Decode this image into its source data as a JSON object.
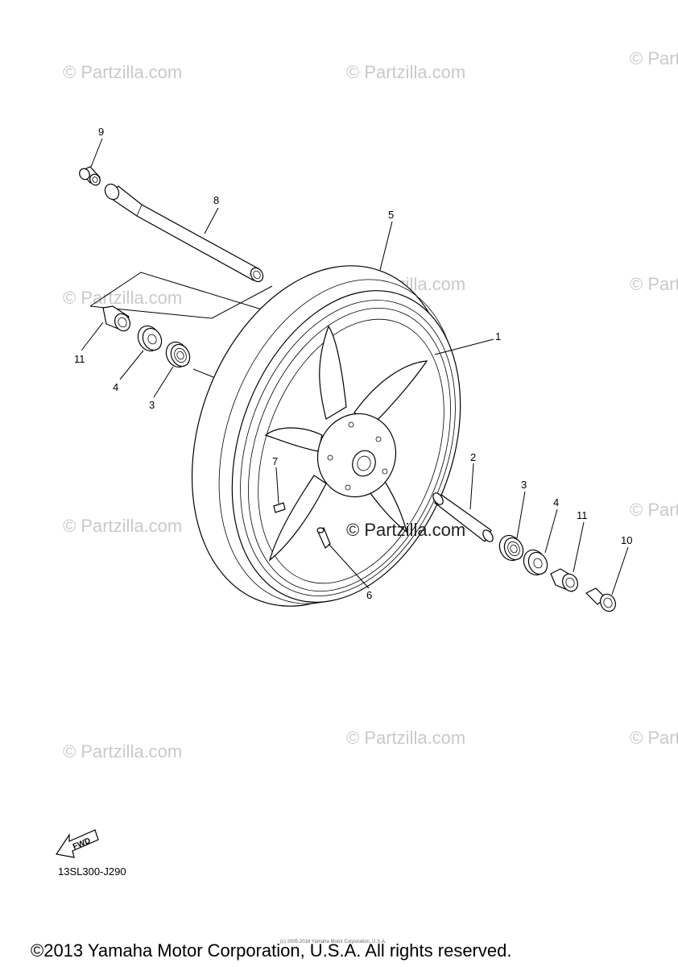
{
  "watermark": "© Partzilla.com",
  "center_watermark": "© Partzilla.com",
  "diagram_code": "13SL300-J290",
  "fwd_label": "FWD",
  "fine_print": "(c) 2005-2016 Yamaha Motor Corporation, U.S.A.",
  "copyright": "©2013 Yamaha Motor Corporation, U.S.A. All rights reserved.",
  "callouts": {
    "c1": "1",
    "c2": "2",
    "c3a": "3",
    "c3b": "3",
    "c4a": "4",
    "c4b": "4",
    "c5": "5",
    "c6": "6",
    "c7": "7",
    "c8": "8",
    "c9": "9",
    "c10": "10",
    "c11a": "11",
    "c11b": "11"
  }
}
